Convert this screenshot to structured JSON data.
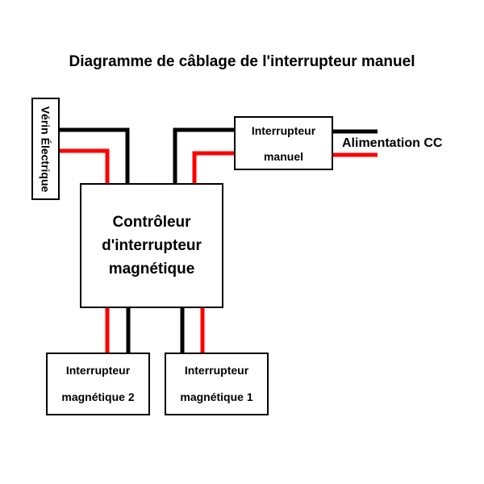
{
  "title": "Diagramme de câblage de l'interrupteur manuel",
  "nodes": {
    "verin": {
      "label": "Vérin Électrique"
    },
    "controller": {
      "lines": [
        "Contrôleur",
        "d'interrupteur",
        "magnétique"
      ]
    },
    "manual_switch": {
      "lines": [
        "Interrupteur",
        "manuel"
      ]
    },
    "power": {
      "label": "Alimentation CC"
    },
    "magnetic_switch_2": {
      "lines": [
        "Interrupteur",
        "magnétique 2"
      ]
    },
    "magnetic_switch_1": {
      "lines": [
        "Interrupteur",
        "magnétique 1"
      ]
    }
  },
  "wire_colors": {
    "black": "#000000",
    "red": "#ff0000"
  }
}
